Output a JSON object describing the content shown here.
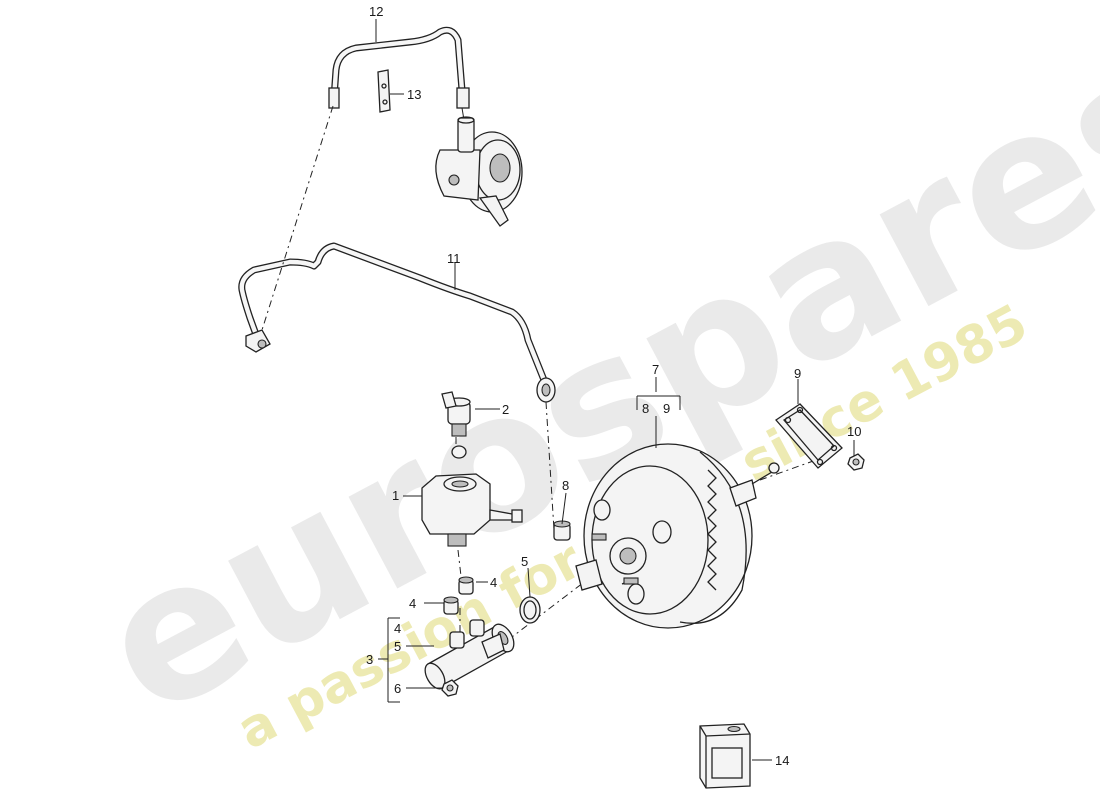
{
  "watermark": {
    "brand": "eurospares",
    "tagline": "a passion for parts since 1985"
  },
  "callouts": {
    "c1": "1",
    "c2": "2",
    "c3": "3",
    "c4a": "4",
    "c4b": "4",
    "c4c": "4",
    "c5a": "5",
    "c5b": "5",
    "c6": "6",
    "c7": "7",
    "c8a": "8",
    "c8b": "8",
    "c9a": "9",
    "c9b": "9",
    "c10": "10",
    "c11": "11",
    "c12": "12",
    "c13": "13",
    "c14": "14"
  },
  "colors": {
    "line": "#222222",
    "watermark_grey": "#d9d9d9",
    "watermark_yellow": "#e8e49a"
  }
}
